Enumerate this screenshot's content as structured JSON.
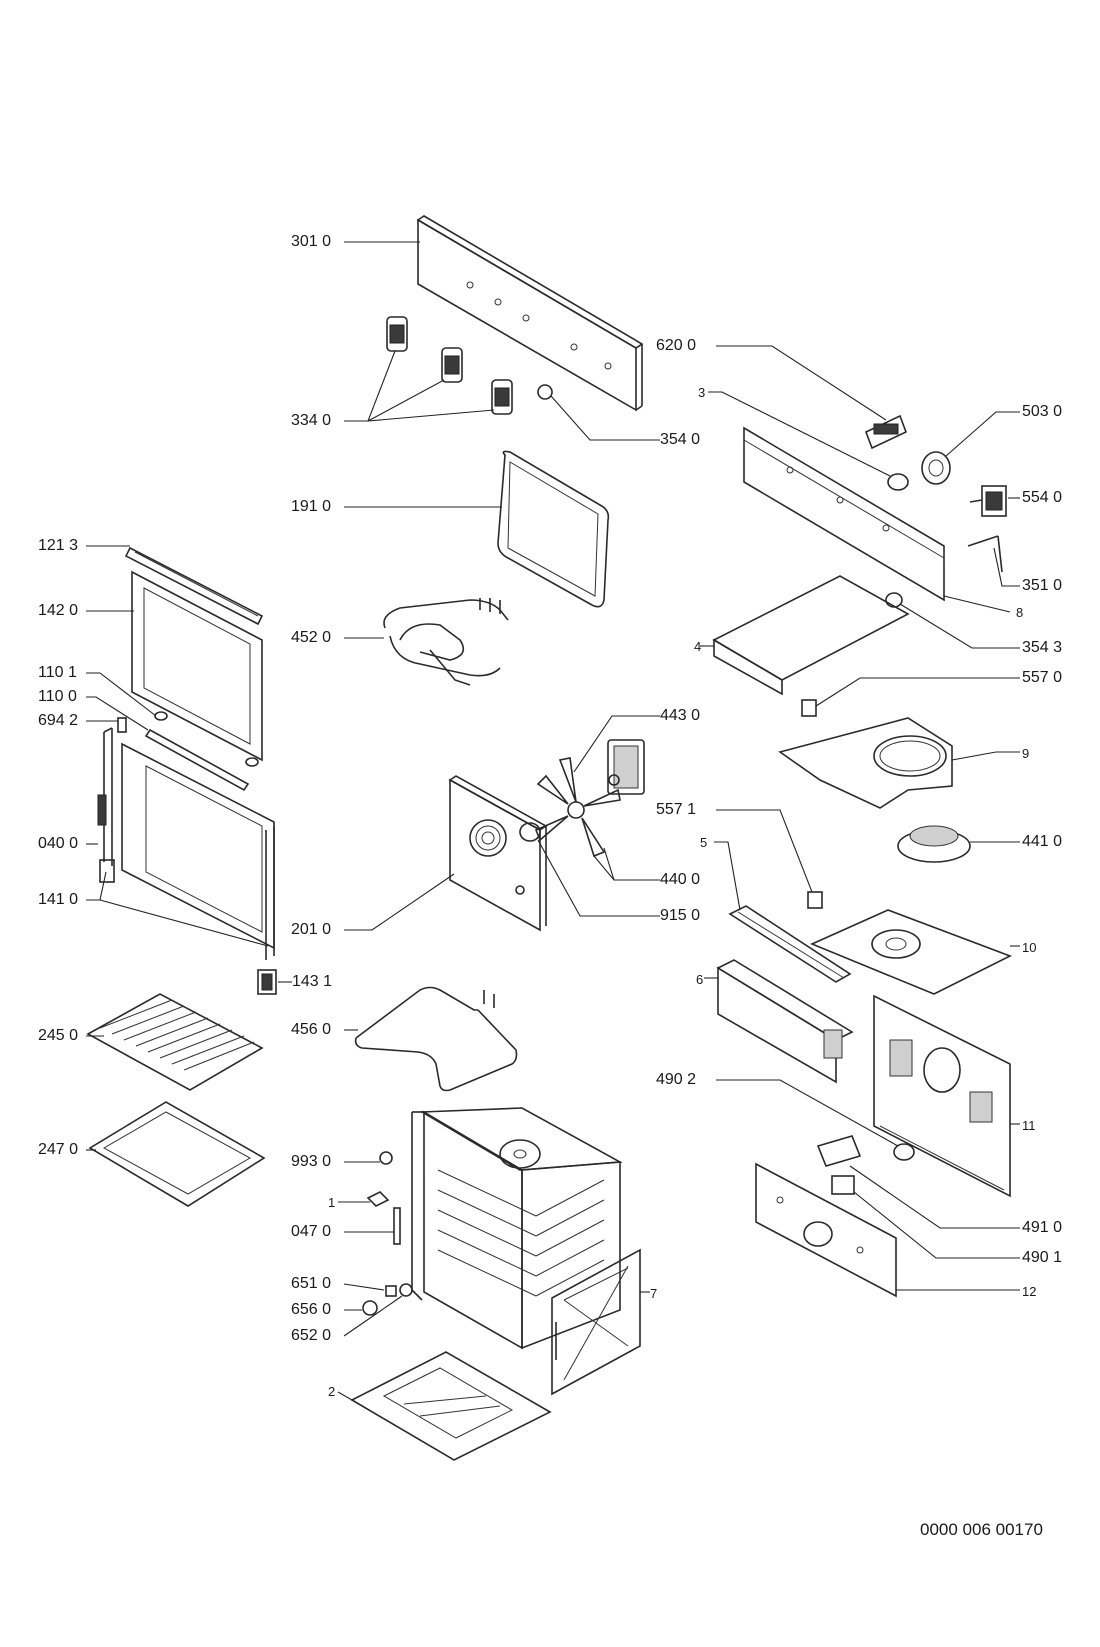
{
  "document_number": "0000 006 00170",
  "labels": [
    {
      "id": "p301_0",
      "text": "301 0"
    },
    {
      "id": "p334_0",
      "text": "334 0"
    },
    {
      "id": "p354_0",
      "text": "354 0"
    },
    {
      "id": "p191_0",
      "text": "191 0"
    },
    {
      "id": "p121_3",
      "text": "121 3"
    },
    {
      "id": "p142_0",
      "text": "142 0"
    },
    {
      "id": "p452_0",
      "text": "452 0"
    },
    {
      "id": "p110_1",
      "text": "110 1"
    },
    {
      "id": "p110_0",
      "text": "110 0"
    },
    {
      "id": "p694_2",
      "text": "694 2"
    },
    {
      "id": "p040_0",
      "text": "040 0"
    },
    {
      "id": "p141_0",
      "text": "141 0"
    },
    {
      "id": "p201_0",
      "text": "201 0"
    },
    {
      "id": "p143_1",
      "text": "143 1"
    },
    {
      "id": "p245_0",
      "text": "245 0"
    },
    {
      "id": "p456_0",
      "text": "456 0"
    },
    {
      "id": "p247_0",
      "text": "247 0"
    },
    {
      "id": "p993_0",
      "text": "993 0"
    },
    {
      "id": "p1",
      "text": "1"
    },
    {
      "id": "p047_0",
      "text": "047 0"
    },
    {
      "id": "p651_0",
      "text": "651 0"
    },
    {
      "id": "p656_0",
      "text": "656 0"
    },
    {
      "id": "p652_0",
      "text": "652 0"
    },
    {
      "id": "p2",
      "text": "2"
    },
    {
      "id": "p620_0",
      "text": "620 0"
    },
    {
      "id": "p3",
      "text": "3"
    },
    {
      "id": "p503_0",
      "text": "503 0"
    },
    {
      "id": "p554_0",
      "text": "554 0"
    },
    {
      "id": "p351_0",
      "text": "351 0"
    },
    {
      "id": "p8",
      "text": "8"
    },
    {
      "id": "p4",
      "text": "4"
    },
    {
      "id": "p354_3",
      "text": "354 3"
    },
    {
      "id": "p557_0",
      "text": "557 0"
    },
    {
      "id": "p443_0",
      "text": "443 0"
    },
    {
      "id": "p9",
      "text": "9"
    },
    {
      "id": "p441_0",
      "text": "441 0"
    },
    {
      "id": "p557_1",
      "text": "557 1"
    },
    {
      "id": "p5",
      "text": "5"
    },
    {
      "id": "p440_0",
      "text": "440 0"
    },
    {
      "id": "p915_0",
      "text": "915 0"
    },
    {
      "id": "p10",
      "text": "10"
    },
    {
      "id": "p6",
      "text": "6"
    },
    {
      "id": "p490_2",
      "text": "490 2"
    },
    {
      "id": "p11",
      "text": "11"
    },
    {
      "id": "p491_0",
      "text": "491 0"
    },
    {
      "id": "p490_1",
      "text": "490 1"
    },
    {
      "id": "p12",
      "text": "12"
    },
    {
      "id": "p7",
      "text": "7"
    }
  ]
}
